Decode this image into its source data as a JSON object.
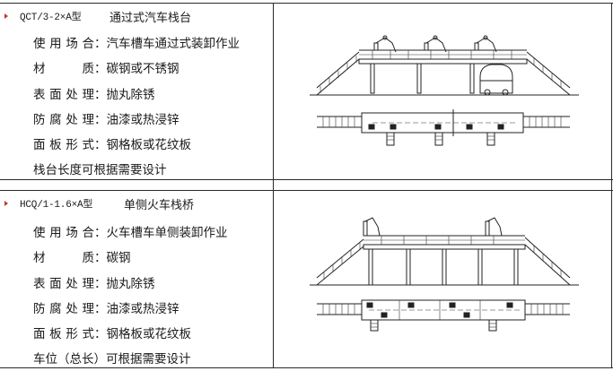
{
  "rows": [
    {
      "code": "QCT/3-2×A型",
      "name": "通过式汽车栈台",
      "fields": [
        {
          "label": "使用场合",
          "value": "汽车槽车通过式装卸作业"
        },
        {
          "label": "材 质",
          "value": "碳钢或不锈钢"
        },
        {
          "label": "表面处理",
          "value": "抛丸除锈"
        },
        {
          "label": "防腐处理",
          "value": "油漆或热浸锌"
        },
        {
          "label": "面板形式",
          "value": "钢格板或花纹板"
        }
      ],
      "note": "栈台长度可根据需要设计"
    },
    {
      "code": "HCQ/1-1.6×A型",
      "name": "单侧火车栈桥",
      "fields": [
        {
          "label": "使用场合",
          "value": "火车槽车单侧装卸作业"
        },
        {
          "label": "材 质",
          "value": "碳钢"
        },
        {
          "label": "表面处理",
          "value": "抛丸除锈"
        },
        {
          "label": "防腐处理",
          "value": "油漆或热浸锌"
        },
        {
          "label": "面板形式",
          "value": "钢格板或花纹板"
        }
      ],
      "note": "车位（总长）可根据需要设计"
    }
  ],
  "colors": {
    "bullet": "#c0392b",
    "lines": "#2a2a2a"
  }
}
